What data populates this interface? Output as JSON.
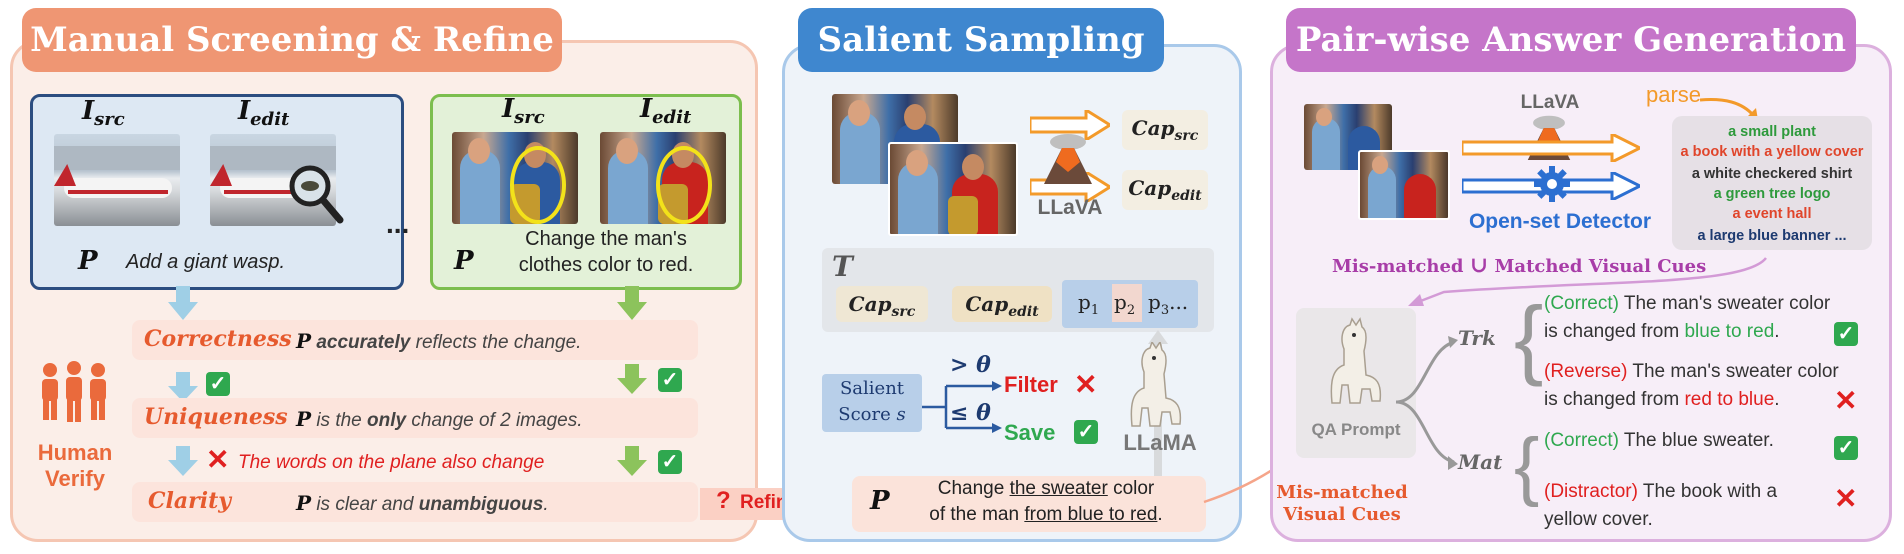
{
  "panel1": {
    "title": "Manual Screening & Refine",
    "left_card": {
      "src_label": "I",
      "src_sub": "src",
      "edit_label": "I",
      "edit_sub": "edit",
      "p_label": "P",
      "prompt": "Add a giant wasp."
    },
    "ellipsis": "...",
    "right_card": {
      "src_label": "I",
      "src_sub": "src",
      "edit_label": "I",
      "edit_sub": "edit",
      "p_label": "P",
      "prompt_line1": "Change the man's",
      "prompt_line2": "clothes color to red."
    },
    "human_verify": "Human Verify",
    "rows": [
      {
        "label": "Correctness",
        "p": "P",
        "text_pre": " ",
        "text_bold": "accurately",
        "text_post": " reflects the change."
      },
      {
        "label": "Uniqueness",
        "p": "P",
        "text_pre": " is the ",
        "text_bold": "only",
        "text_post": " change of 2 images."
      },
      {
        "label": "Clarity",
        "p": "P",
        "text_pre": " is clear and ",
        "text_bold": "unambiguous",
        "text_post": "."
      }
    ],
    "fail_note": "The words on the plane also change",
    "refine_label": "Refine",
    "refine_mark": "?"
  },
  "panel2": {
    "title": "Salient Sampling",
    "model": "LLaVA",
    "cap_src": "Cap",
    "cap_src_sub": "src",
    "cap_edit": "Cap",
    "cap_edit_sub": "edit",
    "t_label": "T",
    "tokens": [
      "p",
      "p",
      "p"
    ],
    "token_subs": [
      "1",
      "2",
      "3"
    ],
    "token_more": "...",
    "salient_line1": "Salient",
    "salient_line2": "Score",
    "salient_var": "s",
    "gt": "> θ",
    "le": "≤ θ",
    "filter": "Filter",
    "save": "Save",
    "llama": "LLaMA",
    "refined_p": "P",
    "refined_line1_pre": "Change ",
    "refined_line1_u": "the sweater",
    "refined_line1_post": " color",
    "refined_line2_pre": "of the man ",
    "refined_line2_u": "from blue to red",
    "refined_line2_post": "."
  },
  "panel3": {
    "title": "Pair-wise Answer Generation",
    "model": "LLaVA",
    "parse": "parse",
    "detector": "Open-set Detector",
    "cues": [
      {
        "text": "a small plant",
        "color": "#2e9a3c"
      },
      {
        "text": "a book with a yellow cover",
        "color": "#e0452b"
      },
      {
        "text": "a white checkered shirt",
        "color": "#333333"
      },
      {
        "text": "a green tree logo",
        "color": "#2e9a3c"
      },
      {
        "text": "a event hall",
        "color": "#e0452b"
      },
      {
        "text": "a large blue banner ...",
        "color": "#1d3a70"
      }
    ],
    "union_left": "Mis-matched",
    "union_sym": "∪",
    "union_right": "Matched Visual Cues",
    "qa_prompt": "QA Prompt",
    "trk": "Trk",
    "mat": "Mat",
    "mismatched_line1": "Mis-matched",
    "mismatched_line2": "Visual Cues",
    "answers": {
      "trk_correct_tag": "(Correct)",
      "trk_correct_l1": " The man's sweater color",
      "trk_correct_l2_pre": "is changed from ",
      "trk_correct_l2_hl": "blue to red",
      "trk_correct_l2_post": ".",
      "trk_reverse_tag": "(Reverse)",
      "trk_reverse_l1": " The man's sweater color",
      "trk_reverse_l2_pre": "is changed from ",
      "trk_reverse_l2_hl": "red to blue",
      "trk_reverse_l2_post": ".",
      "mat_correct_tag": "(Correct)",
      "mat_correct_text": " The blue sweater.",
      "mat_distractor_tag": "(Distractor)",
      "mat_distractor_l1": " The book with a",
      "mat_distractor_l2": "yellow cover."
    }
  },
  "colors": {
    "orange": "#f0906e",
    "blue": "#4e8fd0",
    "purple": "#c472c7",
    "green": "#2fa84f",
    "red": "#e02020"
  }
}
